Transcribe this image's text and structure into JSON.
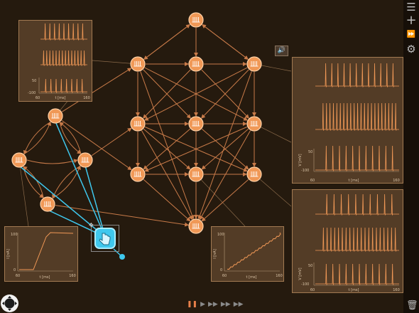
{
  "colors": {
    "background": "#251a0e",
    "neuron_fill": "#f09856",
    "neuron_stroke": "#ffd2a8",
    "synapse": "#c97b49",
    "selection": "#3fc8ee",
    "panel_bg": "#533c26",
    "trace": "#f09856"
  },
  "toolbar": {
    "menu_icon": "menu-icon",
    "add_icon": "plus-icon",
    "fast_forward_icon": "fast-forward-icon",
    "settings_icon": "gear-icon",
    "trash_icon": "trash-icon"
  },
  "playback": {
    "pause_icon": "pause-icon",
    "play_icon": "play-icon",
    "ff1_icon": "fast-forward-icon",
    "ff2_icon": "fast-forward-2-icon",
    "ff3_icon": "fast-forward-3-icon"
  },
  "plots": {
    "voltage_small": {
      "y_top": "50",
      "y_bottom": "-100",
      "x_left": "60",
      "x_right": "160",
      "xlabel": "t [ms]"
    },
    "voltage_right": {
      "ylabel": "V [mV]",
      "y_top": "50",
      "y_bottom": "-100",
      "x_left": "60",
      "x_right": "160",
      "xlabel": "t [ms]"
    },
    "current_left": {
      "ylabel": "I [nA]",
      "y_top": "100",
      "y_bottom": "0",
      "x_left": "60",
      "x_right": "160",
      "xlabel": "t [ms]"
    },
    "current_mid": {
      "ylabel": "I [nA]",
      "y_top": "100",
      "y_bottom": "0",
      "x_left": "60",
      "x_right": "160",
      "xlabel": "t [ms]"
    }
  }
}
